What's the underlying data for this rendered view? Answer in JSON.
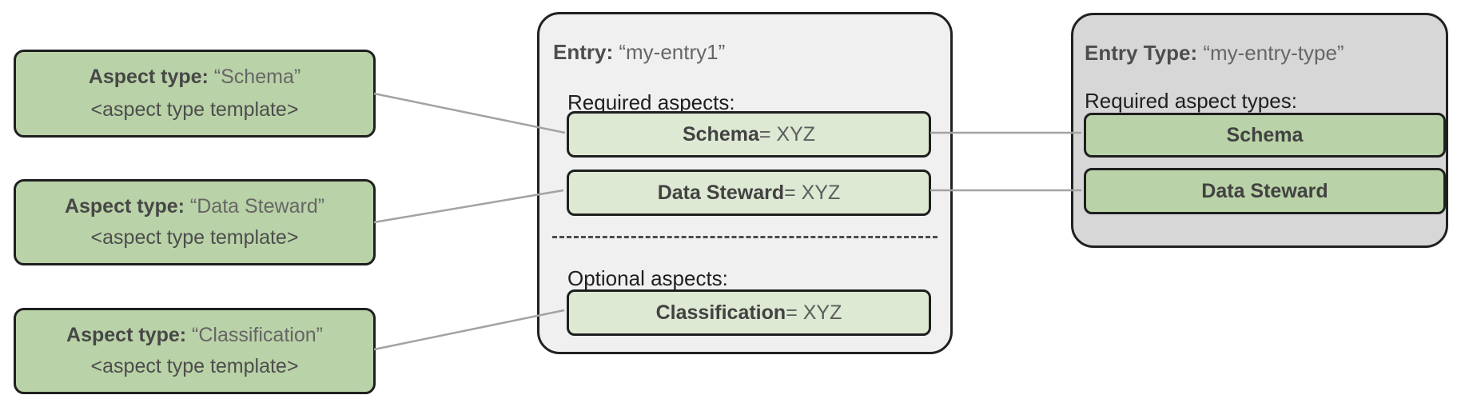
{
  "colors": {
    "aspect_box_green": "#b9d2a7",
    "entry_row_green": "#dde9d3",
    "entry_card_gray": "#f0f0f0",
    "entry_type_card_gray": "#d7d7d7",
    "border_dark": "#1f1f1f",
    "connector_gray": "#a3a3a3"
  },
  "aspect_type_boxes": [
    {
      "label_bold": "Aspect type:",
      "label_value": " “Schema”",
      "subtitle": "<aspect type template>"
    },
    {
      "label_bold": "Aspect type:",
      "label_value": " “Data Steward”",
      "subtitle": "<aspect type template>"
    },
    {
      "label_bold": "Aspect type:",
      "label_value": " “Classification”",
      "subtitle": "<aspect type template>"
    }
  ],
  "entry_card": {
    "title_bold": "Entry:",
    "title_value": " “my-entry1”",
    "required_label": "Required aspects:",
    "required_aspects": [
      {
        "name": "Schema",
        "value": " = XYZ"
      },
      {
        "name": "Data Steward",
        "value": " = XYZ"
      }
    ],
    "optional_label": "Optional aspects:",
    "optional_aspects": [
      {
        "name": "Classification",
        "value": " = XYZ"
      }
    ]
  },
  "entry_type_card": {
    "title_bold": "Entry Type:",
    "title_value": " “my-entry-type”",
    "required_label": "Required aspect types:",
    "required_aspect_types": [
      {
        "name": "Schema"
      },
      {
        "name": "Data Steward"
      }
    ]
  }
}
